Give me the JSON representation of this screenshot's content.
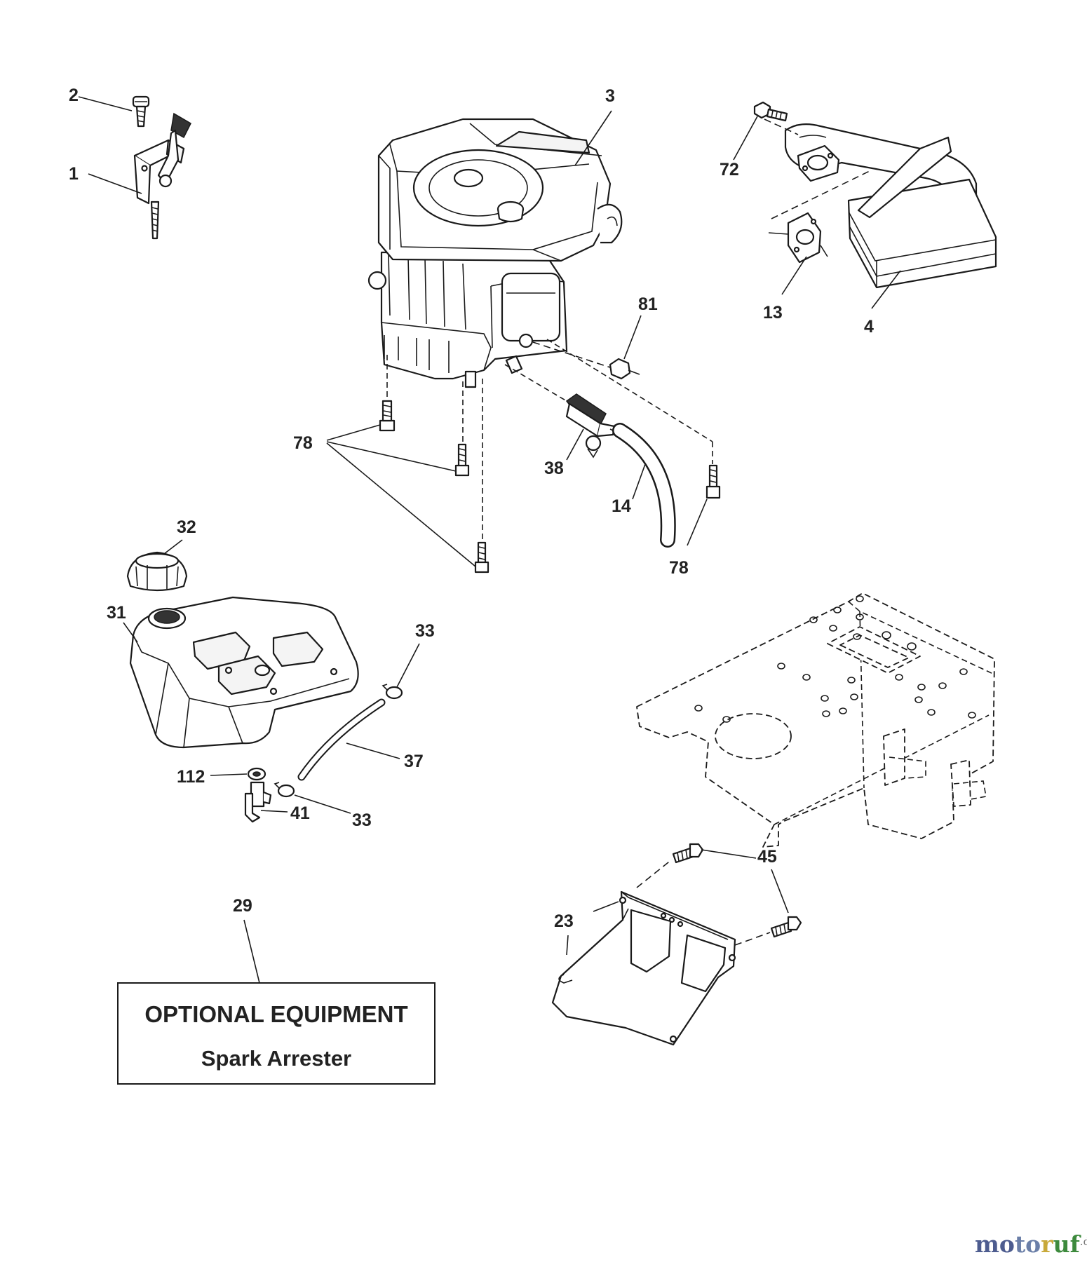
{
  "callouts": {
    "c1": "1",
    "c2": "2",
    "c3": "3",
    "c4": "4",
    "c13": "13",
    "c14": "14",
    "c23": "23",
    "c29": "29",
    "c31": "31",
    "c32": "32",
    "c33a": "33",
    "c33b": "33",
    "c37": "37",
    "c38": "38",
    "c41": "41",
    "c45": "45",
    "c72": "72",
    "c78a": "78",
    "c78b": "78",
    "c81": "81",
    "c112": "112"
  },
  "optional_box": {
    "title": "OPTIONAL EQUIPMENT",
    "subtitle": "Spark Arrester"
  },
  "watermark": {
    "brand_mo": "mo",
    "brand_to": "to",
    "brand_r": "r",
    "brand_uf": "uf",
    "brand_tld": ".de"
  },
  "colors": {
    "line": "#1a1a1a",
    "background": "#ffffff",
    "brand_blue": "#4d5c8f",
    "brand_gold": "#c8a93a",
    "brand_green": "#3d8a3d"
  }
}
